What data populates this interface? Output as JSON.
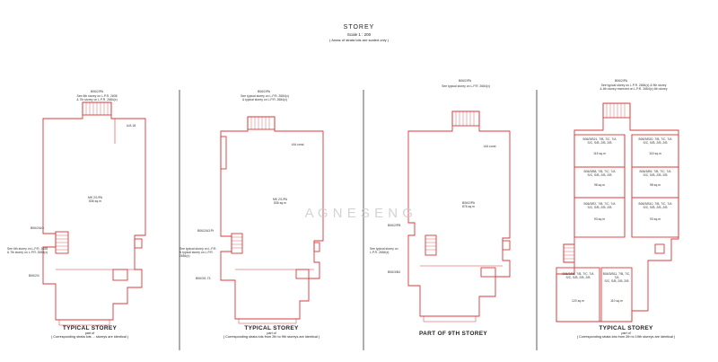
{
  "header": {
    "title": "STOREY",
    "scale": "Scale  1 : 200",
    "note": "( Areas of strata lots are scaled only )"
  },
  "watermark": "A G N E S   E N G",
  "colors": {
    "plan_lines": "#d9383a",
    "text": "#222222",
    "divider": "#333333",
    "watermark": "#c9c9c9"
  },
  "plans": [
    {
      "top_ref": "B06/2/PA",
      "top_note": "See 6th storey on L.P.R. 2608\n& 7th storey on L.P.R. 2684(x)",
      "main_lot": "MK 2/1/PA\n836 sq.m",
      "unit_label": "U/A  18",
      "left_ref": "B06/2/A/3",
      "bottom_ref": "B06/2/4",
      "stair_note": "See 6th storey on L.P.R. 2608\n& 7th storey on L.P.R. 2684(x)",
      "cap_title": "TYPICAL  STOREY",
      "cap_sub": "part of",
      "cap_note": "( Corresponding strata lots  ...  storeys are identical )"
    },
    {
      "top_ref": "B06/2/PA",
      "top_note": "See typical storey on L.P.R. 2684(x)\n& typical storey on L.P.R. 2684(x)",
      "main_lot": "MK 2/1/PA\n836 sq.m",
      "unit_label": "U/A  cond.",
      "left_ref": "B06/2/A3.Pt",
      "bottom_ref": "B06/3/1.73",
      "stair_note": "See typical storey on L.P.R.\n& typical storey on L.P.R. 2684(x)",
      "cap_title": "TYPICAL  STOREY",
      "cap_sub": "part of",
      "cap_note": "( Corresponding strata lots from 2th to 9th storeys are identical )"
    },
    {
      "top_ref": "B06/2/PA",
      "top_note": "See typical storey on L.P.R. 2684(x)",
      "main_lot": "B06/2/PA\n876 sq.m",
      "unit_label": "U/A  cond.",
      "left_ref": "B06/2/PB",
      "bottom_ref": "B06/3/B4",
      "stair_note": "See typical storey on\nL.P.R. 2684(x)",
      "cap_title": "PART OF  9TH  STOREY",
      "cap_sub": "",
      "cap_note": ""
    },
    {
      "top_ref": "B06/2/PA",
      "top_note": "See typical storey on L.P.R. 2684(x) & 9th storey\n& 4th storey reserved on L.P.R. 2684(x) 4th storey",
      "units": [
        {
          "ref": "B06/3/B21, 7/B, 7/C, 7/A\nS/C, S/B, 2/B, 2/B",
          "area": "115 sq.m"
        },
        {
          "ref": "B06/3/B20, 7/B, 7/C, 7/A\nS/C, S/B, 2/B, 2/B",
          "area": "115 sq.m"
        },
        {
          "ref": "B06/3/B8, 7/B, 7/C, 7/A\nS/C, S/B, 2/B, 2/B",
          "area": "98 sq.m"
        },
        {
          "ref": "B06/3/B9, 7/B, 7/C, 7/A\nS/C, S/B, 2/B, 2/B",
          "area": "98 sq.m"
        },
        {
          "ref": "B06/3/B7, 7/B, 7/C, 7/A\nS/C, S/B, 2/B, 2/B",
          "area": "93 sq.m"
        },
        {
          "ref": "B06/3/B10, 7/B, 7/C, 7/A\nS/C, S/B, 2/B, 2/B",
          "area": "93 sq.m"
        },
        {
          "ref": "B06/3/B6, 7/B, 7/C, 7/A\nS/C, S/B, 2/B, 2/B",
          "area": "120 sq.m"
        },
        {
          "ref": "B06/3/B11, 7/B, 7/C, 7/A\nS/C, S/B, 2/B, 2/B",
          "area": "110 sq.m"
        }
      ],
      "cap_title": "TYPICAL  STOREY",
      "cap_sub": "part of",
      "cap_note": "( Corresponding strata lots from 2th to 19th storeys are identical )"
    }
  ]
}
